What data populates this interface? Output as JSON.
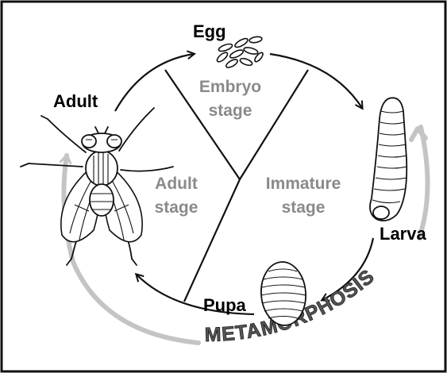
{
  "diagram": {
    "stage_labels": {
      "egg": "Egg",
      "larva": "Larva",
      "pupa": "Pupa",
      "adult": "Adult"
    },
    "sector_labels": {
      "embryo_line1": "Embryo",
      "embryo_line2": "stage",
      "immature_line1": "Immature",
      "immature_line2": "stage",
      "adult_line1": "Adult",
      "adult_line2": "stage"
    },
    "metamorphosis_label": "METAMORPHOSIS",
    "colors": {
      "ink": "#111111",
      "sector_text": "#8a8a8a",
      "metamorphosis_arc": "#c4c4c4",
      "metamorphosis_text": "#555555"
    },
    "icons": [
      "egg-cluster-icon",
      "larva-icon",
      "pupa-icon",
      "adult-fly-icon"
    ]
  }
}
